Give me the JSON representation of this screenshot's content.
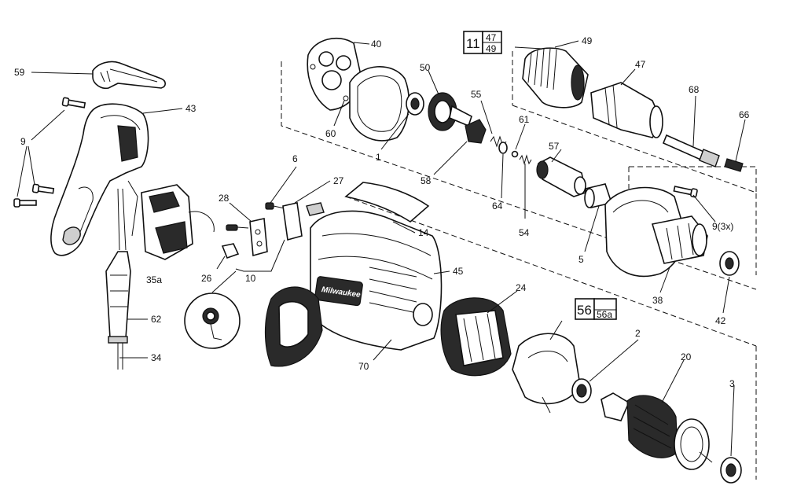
{
  "callouts": [
    {
      "id": "c59",
      "label": "59"
    },
    {
      "id": "c43",
      "label": "43"
    },
    {
      "id": "c9",
      "label": "9"
    },
    {
      "id": "c40",
      "label": "40"
    },
    {
      "id": "c60",
      "label": "60"
    },
    {
      "id": "c1",
      "label": "1"
    },
    {
      "id": "c50",
      "label": "50"
    },
    {
      "id": "c55",
      "label": "55"
    },
    {
      "id": "c58",
      "label": "58"
    },
    {
      "id": "c61",
      "label": "61"
    },
    {
      "id": "c64",
      "label": "64"
    },
    {
      "id": "c54",
      "label": "54"
    },
    {
      "id": "c57",
      "label": "57"
    },
    {
      "id": "c49",
      "label": "49"
    },
    {
      "id": "c47",
      "label": "47"
    },
    {
      "id": "c68",
      "label": "68"
    },
    {
      "id": "c66",
      "label": "66"
    },
    {
      "id": "c93x",
      "label": "9(3x)"
    },
    {
      "id": "c5",
      "label": "5"
    },
    {
      "id": "c38",
      "label": "38"
    },
    {
      "id": "c42",
      "label": "42"
    },
    {
      "id": "c6",
      "label": "6"
    },
    {
      "id": "c27",
      "label": "27"
    },
    {
      "id": "c28",
      "label": "28"
    },
    {
      "id": "c14",
      "label": "14"
    },
    {
      "id": "c45",
      "label": "45"
    },
    {
      "id": "c35a",
      "label": "35a"
    },
    {
      "id": "c26",
      "label": "26"
    },
    {
      "id": "c10",
      "label": "10"
    },
    {
      "id": "c62",
      "label": "62"
    },
    {
      "id": "c34",
      "label": "34"
    },
    {
      "id": "c24",
      "label": "24"
    },
    {
      "id": "c70",
      "label": "70"
    },
    {
      "id": "c2",
      "label": "2"
    },
    {
      "id": "c20",
      "label": "20"
    },
    {
      "id": "c3",
      "label": "3"
    }
  ],
  "kit_boxes": {
    "kit11": {
      "main": "11",
      "top": "47",
      "bottom": "49"
    },
    "kit56": {
      "main": "56",
      "sub": "56a"
    }
  },
  "brand_text": "Milwaukee"
}
